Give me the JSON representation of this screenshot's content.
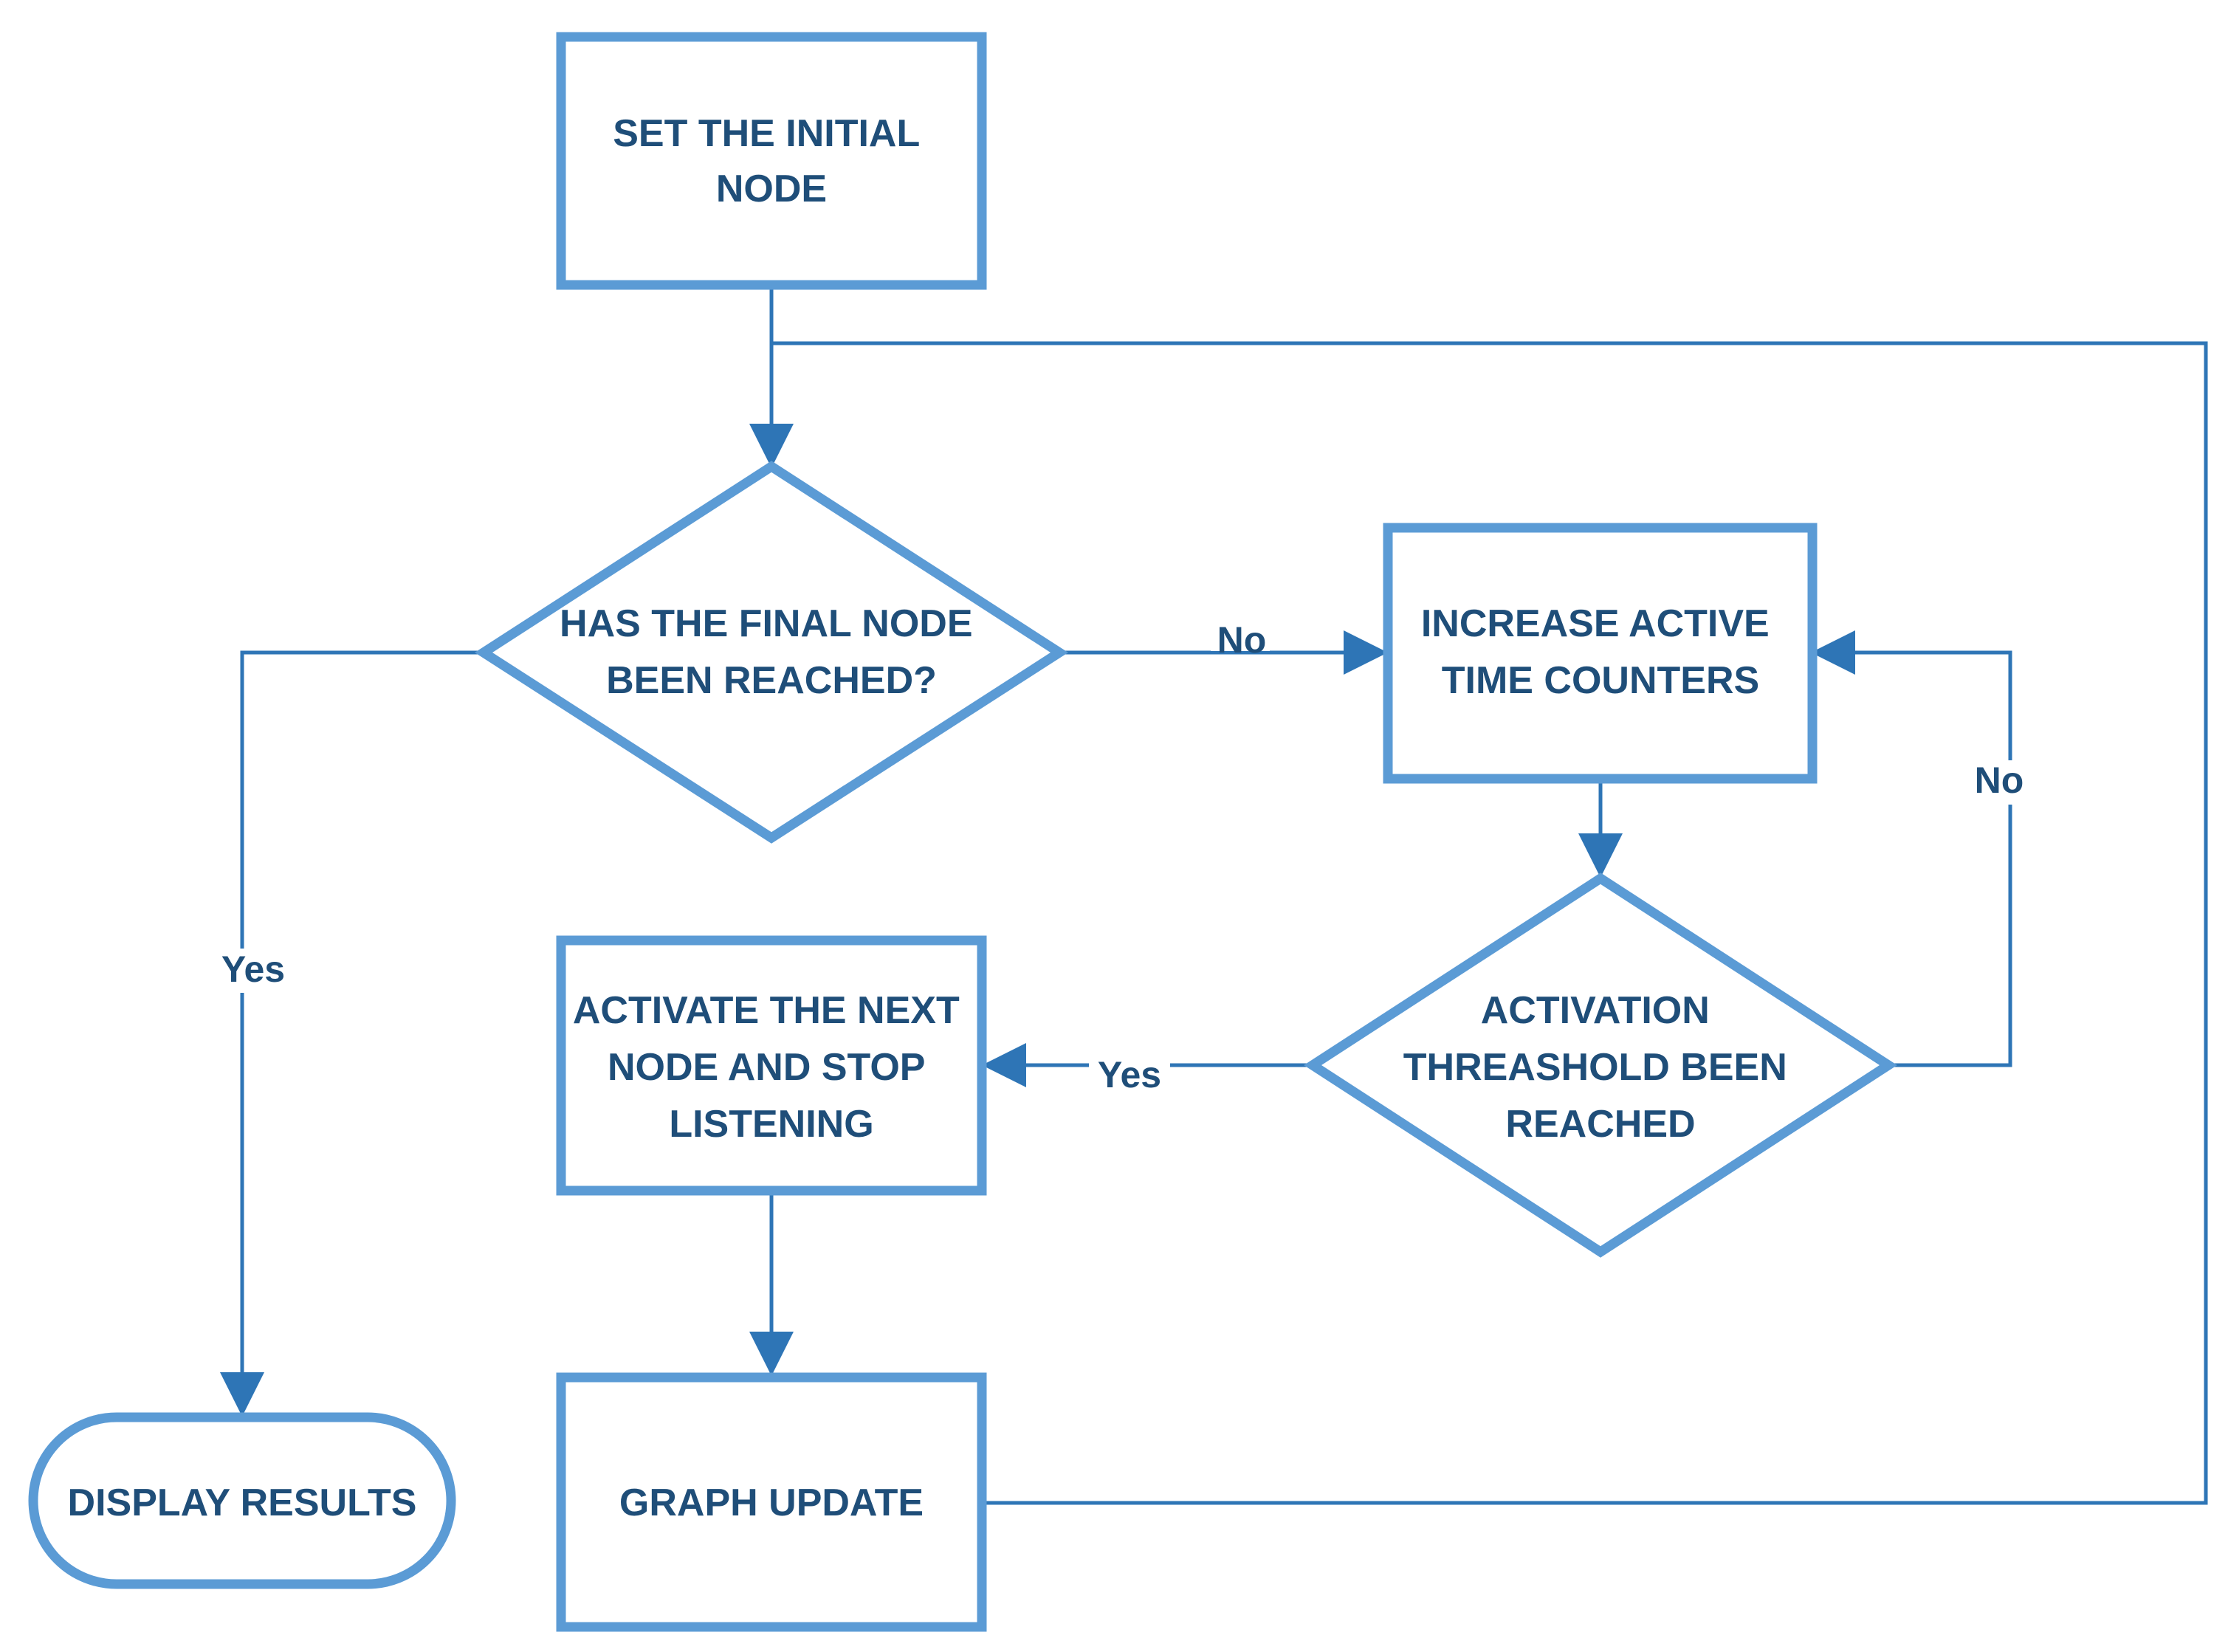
{
  "colors": {
    "node_border": "#5B9BD5",
    "edge": "#2E75B6",
    "text": "#1F4E79",
    "background": "#FFFFFF"
  },
  "nodes": {
    "set_initial": {
      "shape": "rectangle",
      "lines": [
        "SET THE INITIAL",
        "NODE"
      ]
    },
    "final_decision": {
      "shape": "diamond",
      "lines": [
        "HAS THE FINAL NODE",
        "BEEN REACHED?"
      ]
    },
    "increase_counters": {
      "shape": "rectangle",
      "lines": [
        "INCREASE ACTIVE",
        "TIME COUNTERS"
      ]
    },
    "threshold_decision": {
      "shape": "diamond",
      "lines": [
        "ACTIVATION",
        "THREASHOLD BEEN",
        "REACHED"
      ]
    },
    "activate_next": {
      "shape": "rectangle",
      "lines": [
        "ACTIVATE THE NEXT",
        "NODE AND STOP",
        "LISTENING"
      ]
    },
    "display_results": {
      "shape": "terminator",
      "lines": [
        "DISPLAY RESULTS"
      ]
    },
    "graph_update": {
      "shape": "rectangle",
      "lines": [
        "GRAPH UPDATE"
      ]
    }
  },
  "edges": [
    {
      "from": "set_initial",
      "to": "final_decision",
      "label": ""
    },
    {
      "from": "final_decision",
      "to": "increase_counters",
      "label": "No"
    },
    {
      "from": "final_decision",
      "to": "display_results",
      "label": "Yes"
    },
    {
      "from": "increase_counters",
      "to": "threshold_decision",
      "label": ""
    },
    {
      "from": "threshold_decision",
      "to": "increase_counters",
      "label": "No"
    },
    {
      "from": "threshold_decision",
      "to": "activate_next",
      "label": "Yes"
    },
    {
      "from": "activate_next",
      "to": "graph_update",
      "label": ""
    },
    {
      "from": "graph_update",
      "to": "final_decision",
      "label": ""
    }
  ]
}
